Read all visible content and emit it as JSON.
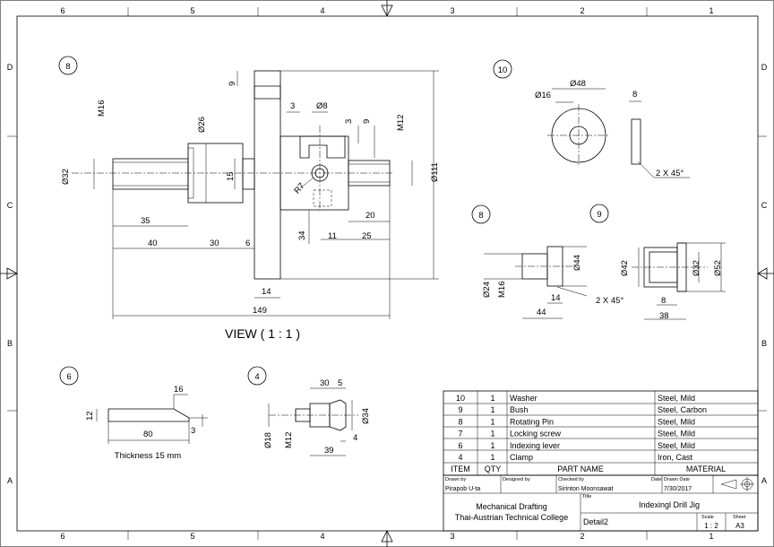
{
  "grid": {
    "columns": [
      "6",
      "5",
      "4",
      "3",
      "2",
      "1"
    ],
    "rows": [
      "D",
      "C",
      "B",
      "A"
    ]
  },
  "balloons": {
    "b8a": "8",
    "b10": "10",
    "b8b": "8",
    "b9": "9",
    "b6": "6",
    "b4": "4"
  },
  "view_label": "VIEW ( 1 : 1 )",
  "thickness_note": "Thickness 15 mm",
  "dims": {
    "m16": "M16",
    "d32": "Ø32",
    "d26": "Ø26",
    "d15": "15",
    "d35": "35",
    "d40": "40",
    "d30": "30",
    "d6": "6",
    "d14": "14",
    "d149": "149",
    "d9a": "9",
    "d3a": "3",
    "d8": "Ø8",
    "d3b": "3",
    "d9b": "9",
    "m12": "M12",
    "d111": "Ø111",
    "r7": "R7",
    "d20": "20",
    "d34": "34",
    "d11": "11",
    "d25": "25",
    "w16": "Ø16",
    "w48": "Ø48",
    "w8": "8",
    "w2x45": "2 X 45°",
    "p24": "Ø24",
    "pm16": "M16",
    "p44d": "Ø44",
    "p14": "14",
    "p44": "44",
    "p2x45": "2 X 45°",
    "bu42": "Ø42",
    "bu32": "Ø32",
    "bu52": "Ø52",
    "bu8": "8",
    "bu38": "38",
    "l16": "16",
    "l12": "12",
    "l80": "80",
    "l3": "3",
    "s30": "30",
    "s5": "5",
    "s34": "Ø34",
    "s18": "Ø18",
    "sm12": "M12",
    "s4": "4",
    "s39": "39"
  },
  "parts_list": {
    "rows": [
      {
        "item": "10",
        "qty": "1",
        "name": "Washer",
        "material": "Steel, Mild"
      },
      {
        "item": "9",
        "qty": "1",
        "name": "Bush",
        "material": "Steel, Carbon"
      },
      {
        "item": "8",
        "qty": "1",
        "name": "Rotating Pin",
        "material": "Steel, Mild"
      },
      {
        "item": "7",
        "qty": "1",
        "name": "Locking screw",
        "material": "Steel, Mild"
      },
      {
        "item": "6",
        "qty": "1",
        "name": "Indexing lever",
        "material": "Steel, Mild"
      },
      {
        "item": "4",
        "qty": "1",
        "name": "Clamp",
        "material": "Iron, Cast"
      }
    ],
    "headers": {
      "item": "ITEM",
      "qty": "QTY",
      "name": "PART NAME",
      "material": "MATERIAL"
    }
  },
  "title_block": {
    "drawn_by_label": "Drawn by",
    "drawn_by": "Pirapob U-ta",
    "designed_by_label": "Designed by",
    "checked_by_label": "Checked by",
    "checked_by": "Sirinton Moonsawat",
    "date_label": "Date",
    "drawn_date_label": "Drawn Date",
    "drawn_date": "7/30/2017",
    "title_label": "Title",
    "title": "Indexingl Drill Jig",
    "org_line1": "Mechanical Drafting",
    "org_line2": "Thai-Austrian Technical College",
    "detail": "Detail2",
    "scale_label": "Scale",
    "scale": "1 : 2",
    "sheet_label": "Sheet",
    "sheet": "A3"
  }
}
